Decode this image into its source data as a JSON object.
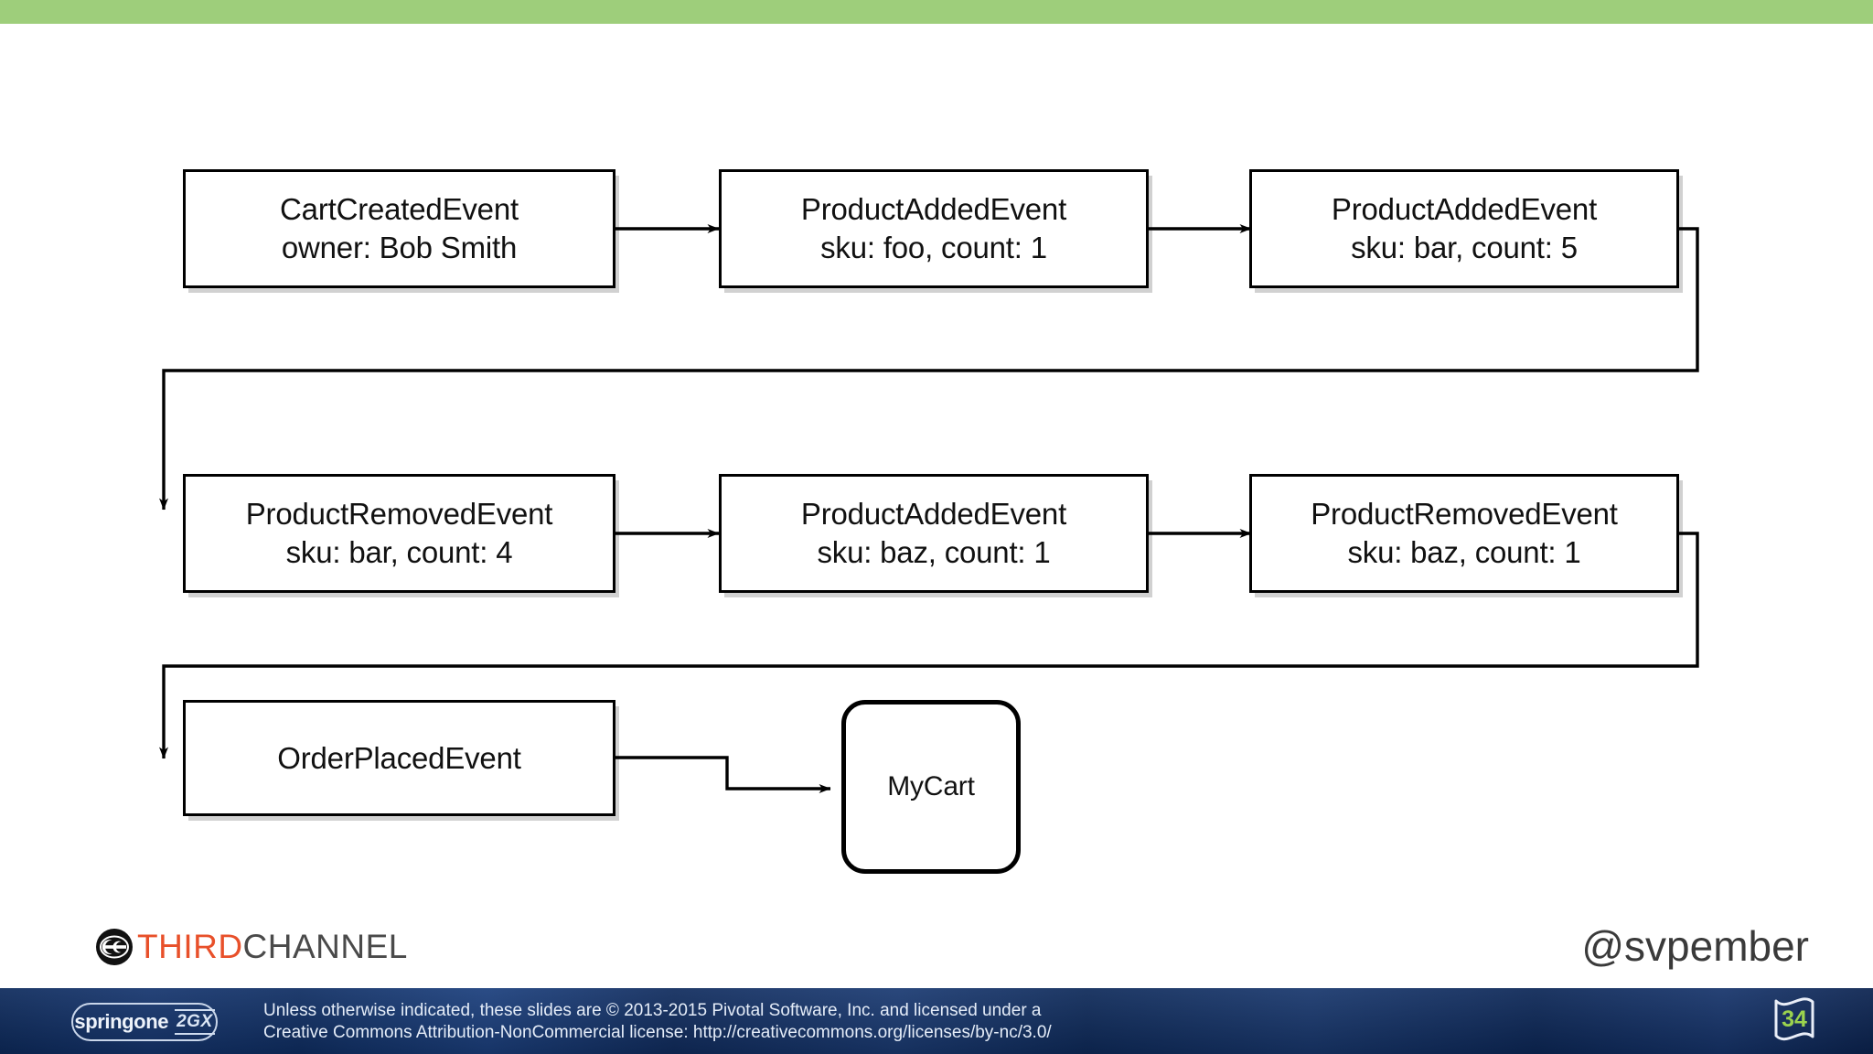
{
  "slide": {
    "accent_bar_color": "#9ECE7B",
    "background_color": "#ffffff"
  },
  "diagram": {
    "type": "event-stream-flow",
    "nodes": [
      {
        "id": "cart-created",
        "shape": "rect",
        "row": 1,
        "col": 1,
        "lines": [
          "CartCreatedEvent",
          "owner: Bob Smith"
        ]
      },
      {
        "id": "product-added-foo",
        "shape": "rect",
        "row": 1,
        "col": 2,
        "lines": [
          "ProductAddedEvent",
          "sku: foo, count: 1"
        ]
      },
      {
        "id": "product-added-bar",
        "shape": "rect",
        "row": 1,
        "col": 3,
        "lines": [
          "ProductAddedEvent",
          "sku: bar, count: 5"
        ]
      },
      {
        "id": "product-removed-bar",
        "shape": "rect",
        "row": 2,
        "col": 1,
        "lines": [
          "ProductRemovedEvent",
          "sku: bar, count: 4"
        ]
      },
      {
        "id": "product-added-baz",
        "shape": "rect",
        "row": 2,
        "col": 2,
        "lines": [
          "ProductAddedEvent",
          "sku: baz, count: 1"
        ]
      },
      {
        "id": "product-removed-baz",
        "shape": "rect",
        "row": 2,
        "col": 3,
        "lines": [
          "ProductRemovedEvent",
          "sku: baz, count: 1"
        ]
      },
      {
        "id": "order-placed",
        "shape": "rect",
        "row": 3,
        "col": 1,
        "lines": [
          "OrderPlacedEvent"
        ]
      },
      {
        "id": "my-cart",
        "shape": "rounded",
        "row": 3,
        "col": 2,
        "lines": [
          "MyCart"
        ]
      }
    ],
    "edges": [
      {
        "from": "cart-created",
        "to": "product-added-foo",
        "style": "straight-arrow"
      },
      {
        "from": "product-added-foo",
        "to": "product-added-bar",
        "style": "straight-arrow"
      },
      {
        "from": "product-added-bar",
        "to": "product-removed-bar",
        "style": "wrap-arrow"
      },
      {
        "from": "product-removed-bar",
        "to": "product-added-baz",
        "style": "straight-arrow"
      },
      {
        "from": "product-added-baz",
        "to": "product-removed-baz",
        "style": "straight-arrow"
      },
      {
        "from": "product-removed-baz",
        "to": "order-placed",
        "style": "wrap-arrow"
      },
      {
        "from": "order-placed",
        "to": "my-cart",
        "style": "stepped-arrow"
      }
    ],
    "line_color": "#000000"
  },
  "branding": {
    "logo_mark": "thirdchannel-circle-logo",
    "logo_text_primary": "THIRD",
    "logo_text_secondary": "CHANNEL",
    "logo_primary_color": "#E8502A",
    "logo_secondary_color": "#4A4A4A",
    "handle": "@svpember"
  },
  "footer": {
    "conference_logo_word": "springone",
    "conference_logo_badge": "2GX",
    "license_line_1": "Unless otherwise indicated, these slides are © 2013-2015 Pivotal Software, Inc. and licensed under a",
    "license_line_2": "Creative Commons Attribution-NonCommercial license: http://creativecommons.org/licenses/by-nc/3.0/",
    "slide_number": "34",
    "slide_number_color": "#9BD34E",
    "background_color": "#123468"
  }
}
